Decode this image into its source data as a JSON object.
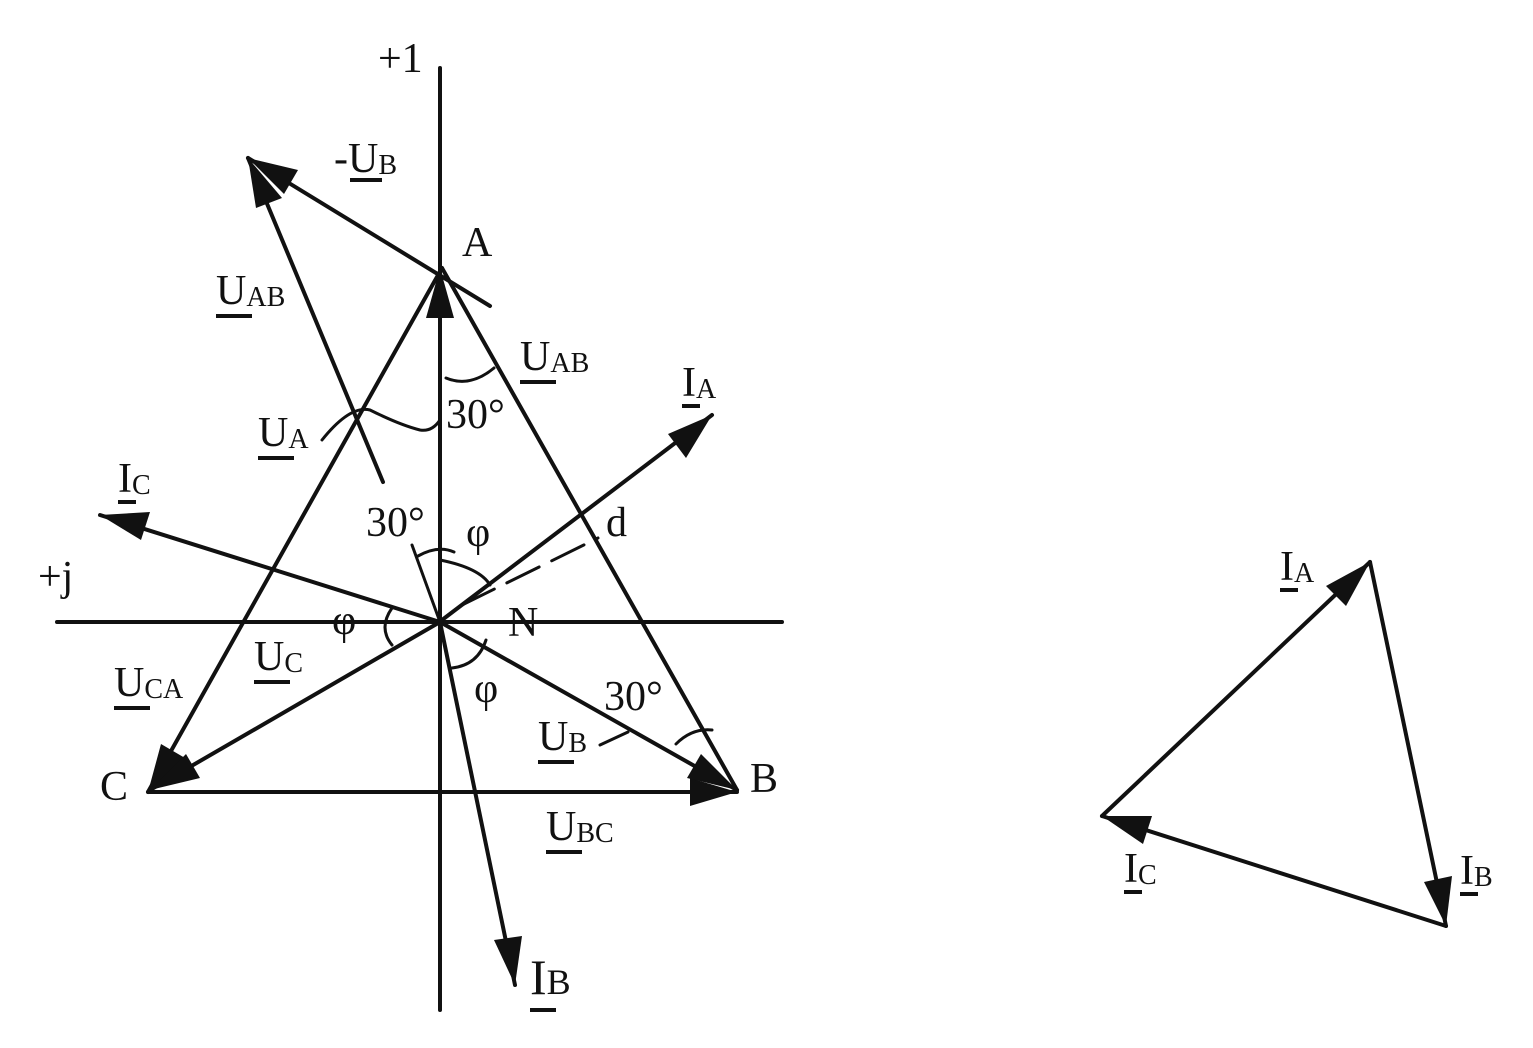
{
  "axes": {
    "real": "+1",
    "imag": "+j"
  },
  "points": {
    "A": "A",
    "B": "B",
    "C": "C",
    "N": "N",
    "d": "d"
  },
  "angles": {
    "thirty_top": "30°",
    "thirty_left": "30°",
    "thirty_right": "30°",
    "phi_top": "φ",
    "phi_left": "φ",
    "phi_bottom": "φ"
  },
  "left_vectors": {
    "neg_ub": {
      "prefix": "-",
      "main": "U",
      "sub": "B"
    },
    "uab_outer": {
      "main": "U",
      "sub": "AB"
    },
    "uab_side": {
      "main": "U",
      "sub": "AB"
    },
    "ua": {
      "main": "U",
      "sub": "A"
    },
    "ia": {
      "main": "I",
      "sub": "A"
    },
    "ic": {
      "main": "I",
      "sub": "C"
    },
    "uc": {
      "main": "U",
      "sub": "C"
    },
    "uca": {
      "main": "U",
      "sub": "CA"
    },
    "ub": {
      "main": "U",
      "sub": "B"
    },
    "ubc": {
      "main": "U",
      "sub": "BC"
    },
    "ib": {
      "main": "I",
      "sub": "B"
    }
  },
  "right_triangle": {
    "ia": {
      "main": "I",
      "sub": "A"
    },
    "ib": {
      "main": "I",
      "sub": "B"
    },
    "ic": {
      "main": "I",
      "sub": "C"
    }
  }
}
